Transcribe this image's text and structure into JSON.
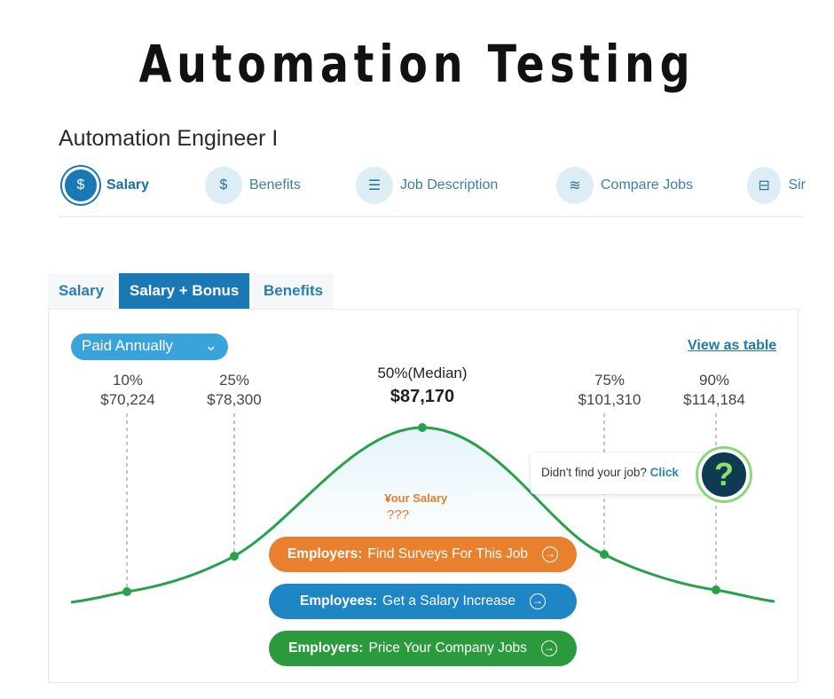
{
  "banner": "Automation Testing",
  "job_title": "Automation Engineer I",
  "nav": [
    {
      "label": "Salary",
      "icon": "dollar-circle-icon"
    },
    {
      "label": "Benefits",
      "icon": "wallet-icon"
    },
    {
      "label": "Job Description",
      "icon": "document-icon"
    },
    {
      "label": "Compare Jobs",
      "icon": "layers-icon"
    },
    {
      "label": "Sir",
      "icon": "briefcase-icon"
    }
  ],
  "tabs": [
    "Salary",
    "Salary + Bonus",
    "Benefits"
  ],
  "pay_period": "Paid Annually",
  "view_as_table": "View as table",
  "percentiles": [
    {
      "label": "10%",
      "value": "$70,224"
    },
    {
      "label": "25%",
      "value": "$78,300"
    },
    {
      "label": "50%(Median)",
      "value": "$87,170"
    },
    {
      "label": "75%",
      "value": "$101,310"
    },
    {
      "label": "90%",
      "value": "$114,184"
    }
  ],
  "your_salary": {
    "label": "Your Salary",
    "value": "???"
  },
  "cta": {
    "text": "Didn't find your job?",
    "link": "Click",
    "icon": "?"
  },
  "buttons": [
    {
      "bold": "Employers:",
      "text": "Find Surveys For This Job",
      "color": "#e8802e"
    },
    {
      "bold": "Employees:",
      "text": "Get a Salary Increase",
      "color": "#1f86c6"
    },
    {
      "bold": "Employers:",
      "text": "Price Your Company Jobs",
      "color": "#2a9a3c"
    }
  ],
  "colors": {
    "accent": "#1a78b4",
    "curve": "#27a24a"
  }
}
